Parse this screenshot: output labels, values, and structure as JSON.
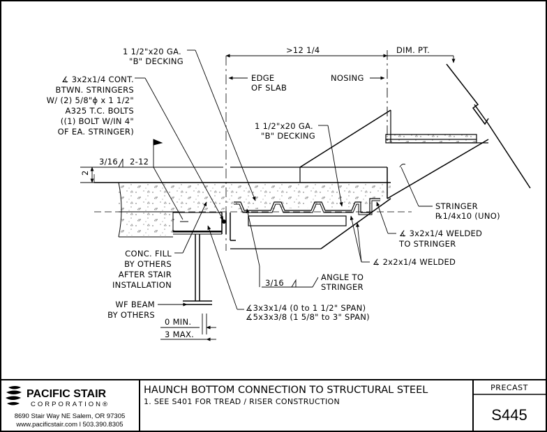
{
  "callouts": {
    "decking_top": [
      "1 1/2\"x20 GA.",
      "\"B\" DECKING"
    ],
    "angle_cont": [
      "∡ 3x2x1/4 CONT.",
      "BTWN. STRINGERS",
      "W/ (2) 5/8\"ɸ x 1 1/2\"",
      "A325 T.C. BOLTS",
      "((1) BOLT W/IN 4\"",
      "OF EA. STRINGER)"
    ],
    "weld_size": "3/16",
    "weld_len": "2-12",
    "dim_2": "2",
    "dim_top": ">12 1/4",
    "dim_pt": "DIM. PT.",
    "edge_of_slab": [
      "EDGE",
      "OF SLAB"
    ],
    "nosing": "NOSING",
    "decking_mid": [
      "1 1/2\"x20 GA.",
      "\"B\" DECKING"
    ],
    "stringer": [
      "STRINGER",
      "℞1/4x10 (UNO)"
    ],
    "angle_welded": [
      "∡ 3x2x1/4 WELDED",
      "TO STRINGER"
    ],
    "angle_2x2": "∡ 2x2x1/4 WELDED",
    "conc_fill": [
      "CONC. FILL",
      "BY OTHERS",
      "AFTER STAIR",
      "INSTALLATION"
    ],
    "wf_beam": [
      "WF BEAM",
      "BY OTHERS"
    ],
    "weld_size2": "3/16",
    "angle_to_stringer": [
      "ANGLE TO",
      "STRINGER"
    ],
    "angle_span": [
      "∡3x3x1/4 (0 to 1 1/2\" SPAN)",
      "∡5x3x3/8 (1 5/8\" to 3\" SPAN)"
    ],
    "min": "0 MIN.",
    "max": "3 MAX."
  },
  "title_block": {
    "company": "PACIFIC STAIR",
    "company_sub": "CORPORATION",
    "registered": "®",
    "address": "8690 Stair Way NE Salem, OR 97305",
    "contact": "www.pacificstair.com  l  503.390.8305",
    "title": "HAUNCH BOTTOM CONNECTION TO STRUCTURAL STEEL",
    "note": "1.  SEE S401 FOR TREAD / RISER CONSTRUCTION",
    "category": "PRECAST",
    "sheet": "S445"
  }
}
